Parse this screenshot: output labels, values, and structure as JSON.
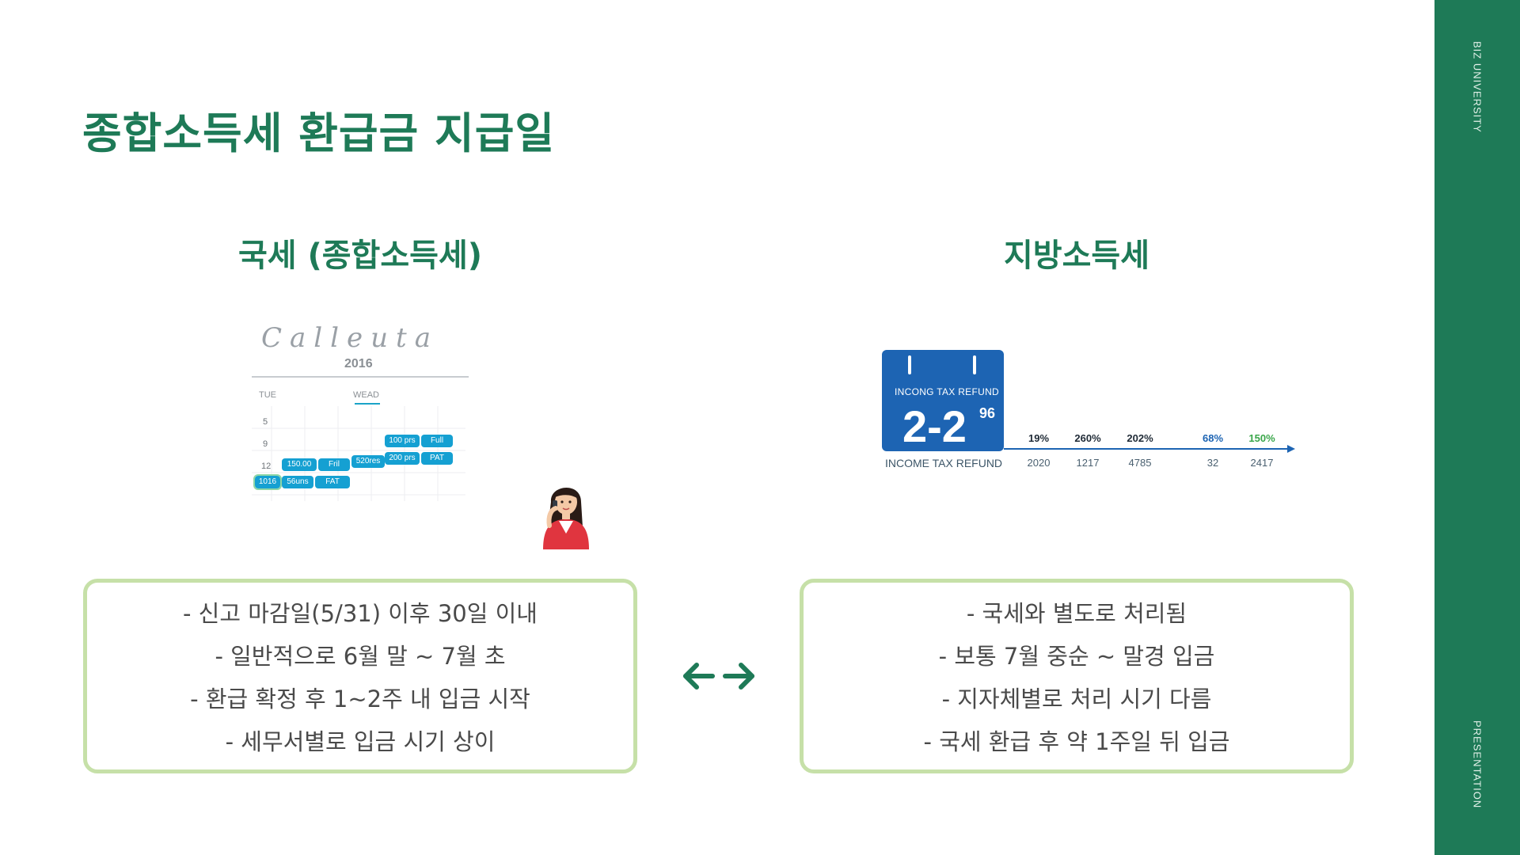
{
  "slide": {
    "title": "종합소득세 환급금 지급일",
    "side_top": "BIZ UNIVERSITY",
    "side_bottom": "PRESENTATION",
    "brand_color": "#1e7a57",
    "box_border_color": "#c6e0a8"
  },
  "left_column": {
    "heading": "국세 (종합소득세)",
    "illustration": {
      "script_title": "Calleuta",
      "year": "2016",
      "days": [
        "TUE",
        "WEAD"
      ],
      "row_numbers": [
        "5",
        "9",
        "12"
      ],
      "pills": [
        "100 prs",
        "Full",
        "200 prs",
        "PAT",
        "150.00",
        "Fril",
        "520res",
        "1016",
        "56uns",
        "FAT"
      ]
    },
    "avatar_icon": "woman-on-phone-icon",
    "info_lines": [
      "- 신고 마감일(5/31) 이후 30일 이내",
      "- 일반적으로 6월 말 ~ 7월 초",
      "- 환급 확정 후 1~2주 내 입금 시작",
      "- 세무서별로 입금 시기 상이"
    ]
  },
  "right_column": {
    "heading": "지방소득세",
    "illustration": {
      "card_label": "INCONG TAX REFUND",
      "card_big": "2-2",
      "card_sup": "96",
      "caption": "INCOME TAX REFUND",
      "percentages": [
        "19%",
        "260%",
        "202%",
        "68%",
        "150%"
      ],
      "years": [
        "2020",
        "1217",
        "4785",
        "32",
        "2417"
      ],
      "accent_color": "#1d64b3",
      "highlight_color": "#3aa64a"
    },
    "info_lines": [
      "- 국세와 별도로 처리됨",
      "- 보통 7월 중순 ~ 말경 입금",
      "- 지자체별로 처리 시기 다름",
      "- 국세 환급 후 약 1주일 뒤 입금"
    ]
  },
  "center_icon": "left-right-arrows-icon"
}
